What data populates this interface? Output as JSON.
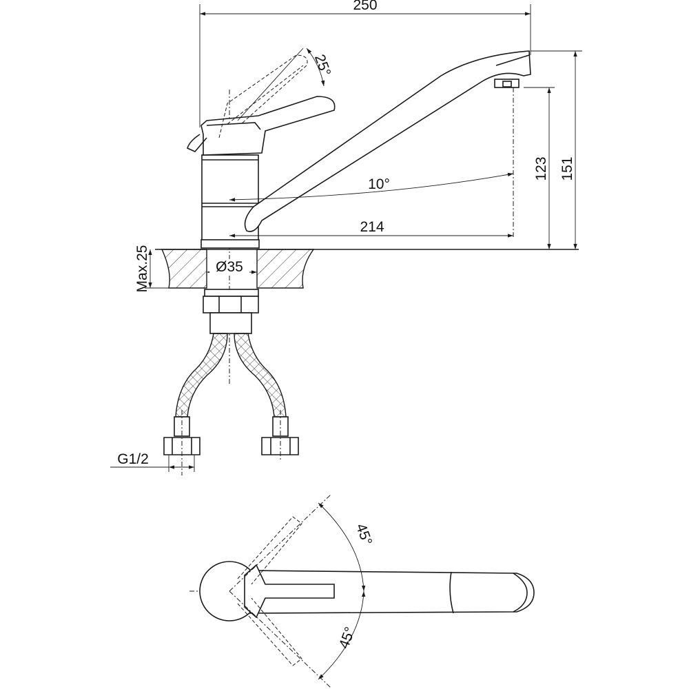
{
  "drawing": {
    "side_view": {
      "overall_length": "250",
      "lever_angle": "25°",
      "spout_angle": "10°",
      "spout_reach": "214",
      "outlet_height": "123",
      "total_height": "151",
      "body_diameter": "Ø35",
      "max_counter_thickness": "Max.25",
      "connection_thread": "G1/2"
    },
    "top_view": {
      "lever_angle_left": "45°",
      "lever_angle_right": "45°"
    }
  }
}
